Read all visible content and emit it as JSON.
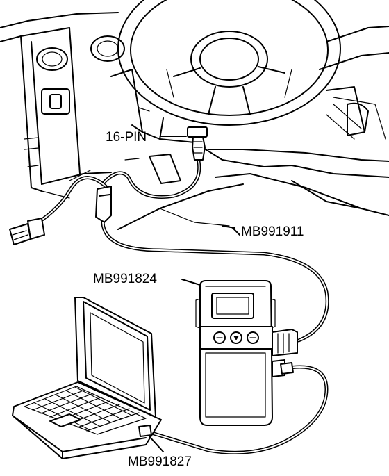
{
  "diagram": {
    "labels": {
      "obd_connector": "16-PIN",
      "cable_main": "MB991911",
      "interface_unit": "MB991824",
      "usb_cable": "MB991827"
    },
    "colors": {
      "line": "#000000",
      "background": "#ffffff"
    },
    "icons": [
      "steering-wheel-icon",
      "laptop-icon",
      "scan-tool-icon",
      "connector-icon"
    ]
  }
}
